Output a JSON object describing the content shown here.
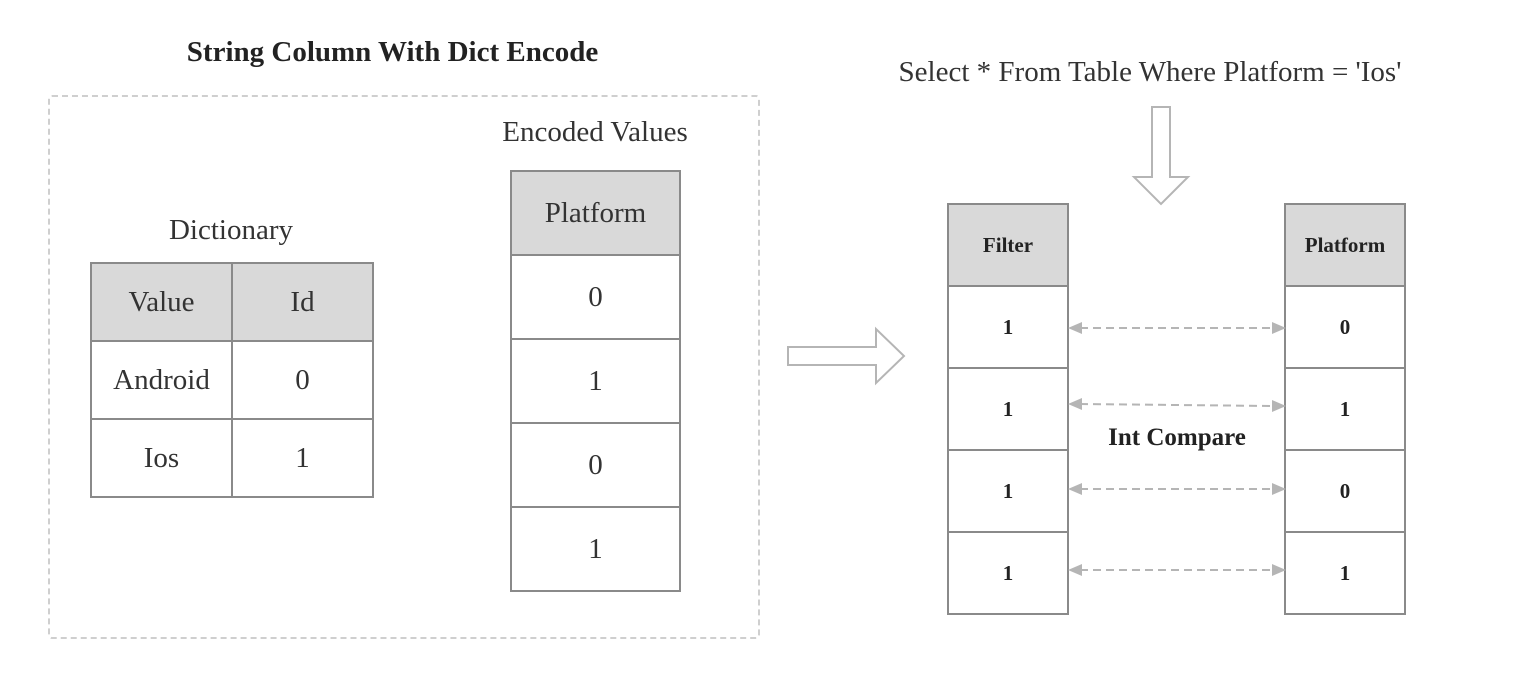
{
  "diagram": {
    "title": "String Column With Dict Encode",
    "query": "Select * From Table Where Platform = 'Ios'",
    "dictionary": {
      "label": "Dictionary",
      "headers": [
        "Value",
        "Id"
      ],
      "rows": [
        [
          "Android",
          "0"
        ],
        [
          "Ios",
          "1"
        ]
      ]
    },
    "encoded": {
      "label": "Encoded Values",
      "header": "Platform",
      "values": [
        "0",
        "1",
        "0",
        "1"
      ]
    },
    "filter": {
      "header": "Filter",
      "values": [
        "1",
        "1",
        "1",
        "1"
      ]
    },
    "platform": {
      "header": "Platform",
      "values": [
        "0",
        "1",
        "0",
        "1"
      ]
    },
    "compare_label": "Int Compare"
  },
  "colors": {
    "header_fill": "#d9d9d9",
    "border": "#8a8a8a",
    "dashed": "#cfcfcf",
    "arrow": "#b5b5b5"
  }
}
